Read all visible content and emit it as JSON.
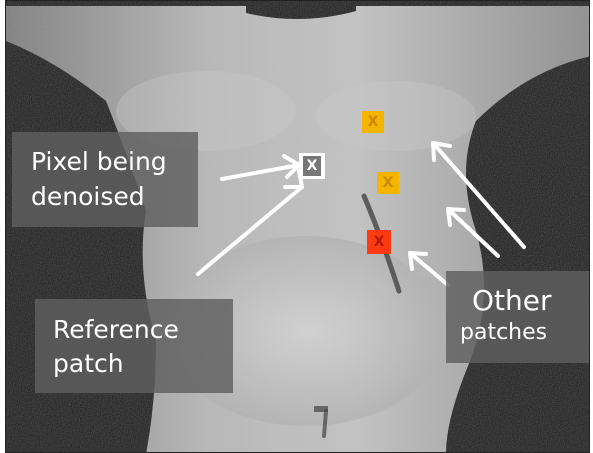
{
  "colors": {
    "reference_marker": "#ffffff",
    "other_marker": "#f5b400",
    "highlighted_marker": "#ff3a10",
    "arrow": "#ffffff",
    "label_background": "#5f5f5f",
    "label_text": "#ffffff"
  },
  "labels": {
    "pixel": {
      "line1": "Pixel being",
      "line2": "denoised"
    },
    "reference": {
      "line1": "Reference",
      "line2": "patch"
    },
    "other": {
      "line1": "Other",
      "line2": "patches"
    }
  },
  "markers": {
    "symbol": "X",
    "count_other": 3
  }
}
